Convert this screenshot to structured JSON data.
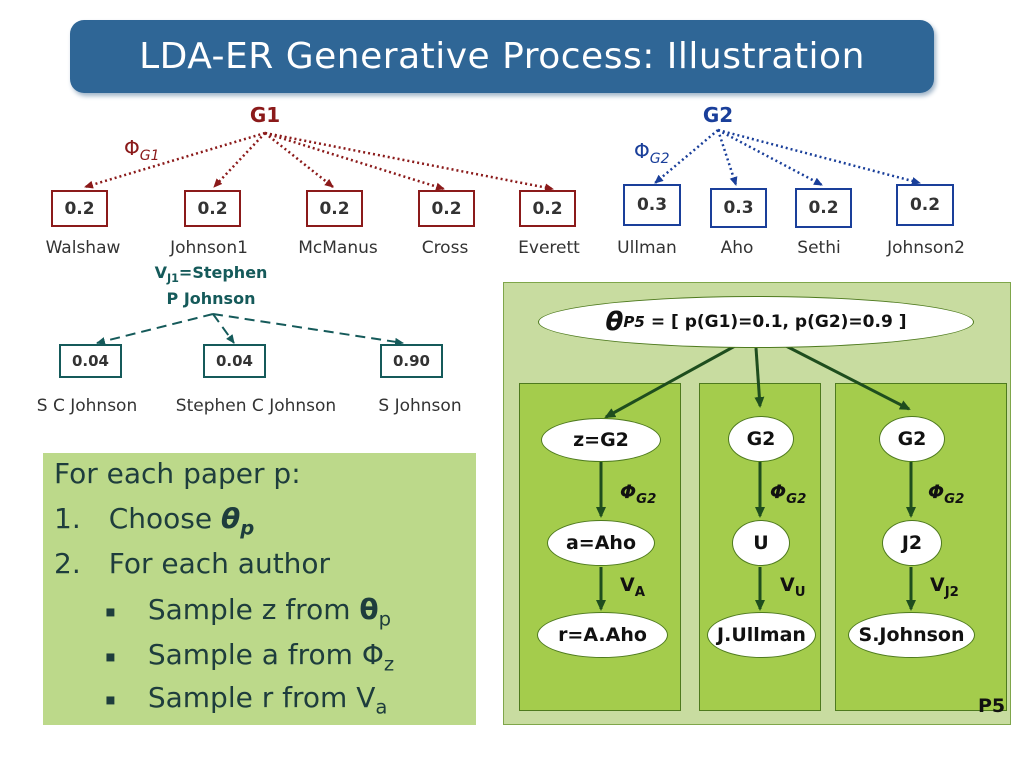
{
  "title": "LDA-ER Generative Process: Illustration",
  "g1": {
    "name": "G1",
    "phi": "Φ",
    "phi_sub": "G1",
    "entities": [
      {
        "prob": "0.2",
        "name": "Walshaw"
      },
      {
        "prob": "0.2",
        "name": "Johnson1"
      },
      {
        "prob": "0.2",
        "name": "McManus"
      },
      {
        "prob": "0.2",
        "name": "Cross"
      },
      {
        "prob": "0.2",
        "name": "Everett"
      }
    ],
    "johnson1_variant_label": "V",
    "johnson1_variant_sub": "J1",
    "johnson1_variant_value_line1": "=Stephen",
    "johnson1_variant_value_line2": "P Johnson",
    "variants": [
      {
        "prob": "0.04",
        "name": "S C Johnson"
      },
      {
        "prob": "0.04",
        "name": "Stephen C Johnson"
      },
      {
        "prob": "0.90",
        "name": "S Johnson"
      }
    ]
  },
  "g2": {
    "name": "G2",
    "phi": "Φ",
    "phi_sub": "G2",
    "entities": [
      {
        "prob": "0.3",
        "name": "Ullman"
      },
      {
        "prob": "0.3",
        "name": "Aho"
      },
      {
        "prob": "0.2",
        "name": "Sethi"
      },
      {
        "prob": "0.2",
        "name": "Johnson2"
      }
    ]
  },
  "algorithm": {
    "line1": "For each paper p:",
    "line2_num": "1.",
    "line2_text": "Choose ",
    "line2_theta": "θ",
    "line2_sub": "p",
    "line3_num": "2.",
    "line3_text": "For each author",
    "bullet": "▪",
    "b1_text": "Sample z from ",
    "b1_sym": "θ",
    "b1_sub": "p",
    "b2_text": "Sample a from Φ",
    "b2_sub": "z",
    "b3_text": "Sample r from V",
    "b3_sub": "a"
  },
  "plate": {
    "label": "P5",
    "theta": "θ",
    "theta_sub": "P5",
    "theta_value": "= [ p(G1)=0.1, p(G2)=0.9 ]",
    "columns": [
      {
        "z": "z=G2",
        "phi": "Φ",
        "phi_sub": "G2",
        "a": "a=Aho",
        "v": "V",
        "v_sub": "A",
        "r": "r=A.Aho"
      },
      {
        "z": "G2",
        "phi": "Φ",
        "phi_sub": "G2",
        "a": "U",
        "v": "V",
        "v_sub": "U",
        "r": "J.Ullman"
      },
      {
        "z": "G2",
        "phi": "Φ",
        "phi_sub": "G2",
        "a": "J2",
        "v": "V",
        "v_sub": "J2",
        "r": "S.Johnson"
      }
    ]
  },
  "colors": {
    "g1": "#8b1a1a",
    "g2": "#1a3f9a",
    "variants": "#155a5a",
    "title_bg": "#2f6696",
    "plate_bg": "#c8dca0",
    "column_bg": "#a4cc4c",
    "algorithm_bg": "#bcd98a"
  }
}
